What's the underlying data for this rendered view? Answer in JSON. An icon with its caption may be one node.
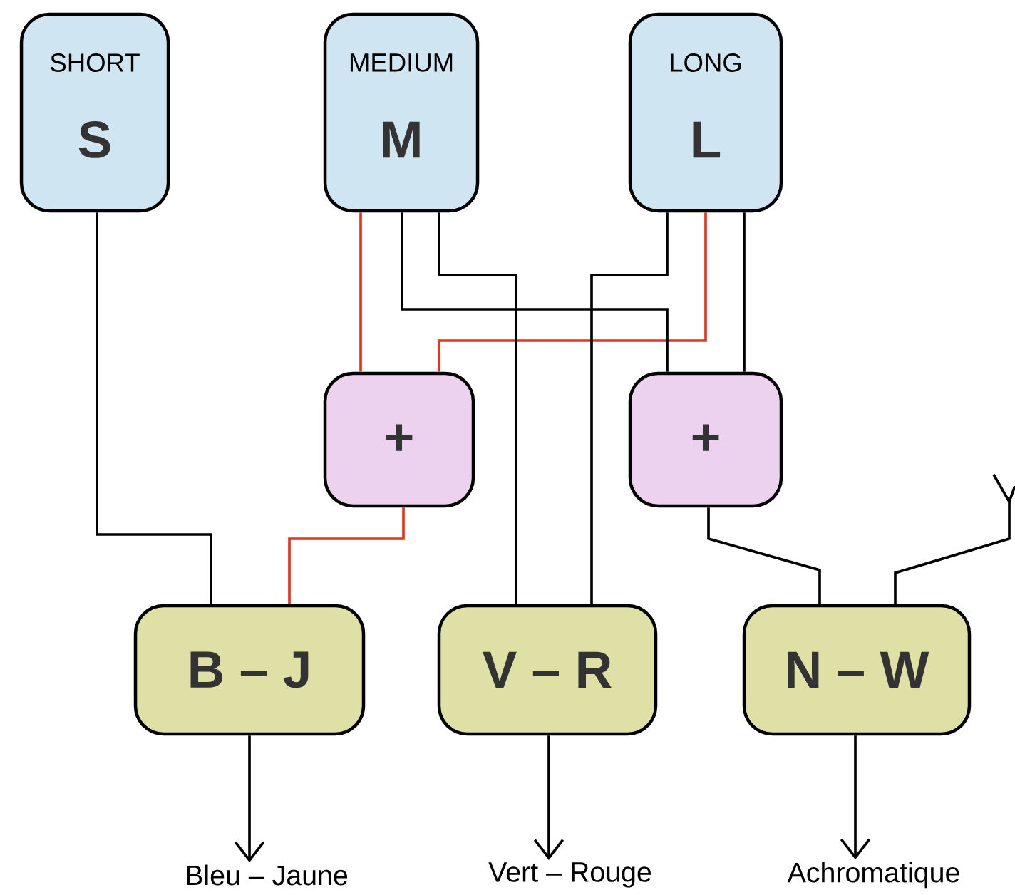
{
  "diagram": {
    "nodes": [
      {
        "text": [
          "SHORT",
          "S"
        ]
      },
      {
        "text": [
          "MEDIUM",
          "M"
        ]
      },
      {
        "text": [
          "LONG",
          "L"
        ]
      },
      {
        "text": [
          "+"
        ]
      },
      {
        "text": [
          "+"
        ]
      },
      {
        "text": [
          "B – J"
        ]
      },
      {
        "text": [
          "V – R"
        ]
      },
      {
        "text": [
          "N – W"
        ]
      },
      {
        "text": [
          "Bleu – Jaune"
        ]
      },
      {
        "text": [
          "Vert – Rouge"
        ]
      },
      {
        "text": [
          "Achromatique"
        ]
      }
    ],
    "edges": [
      {
        "from": 0,
        "to": 5,
        "arrow": "none"
      },
      {
        "from": 1,
        "to": 3,
        "arrow": "none",
        "color": "#e8321e"
      },
      {
        "from": 2,
        "to": 3,
        "arrow": "none",
        "color": "#e8321e"
      },
      {
        "from": 1,
        "to": 4,
        "arrow": "none"
      },
      {
        "from": 1,
        "to": 6,
        "arrow": "none"
      },
      {
        "from": 2,
        "to": 6,
        "arrow": "none"
      },
      {
        "from": 2,
        "to": 4,
        "arrow": "none"
      },
      {
        "from": 3,
        "to": 5,
        "arrow": "none",
        "color": "#e8321e"
      },
      {
        "from": 4,
        "to": 7,
        "arrow": "none"
      },
      {
        "from": null,
        "to": 7,
        "arrow": "none"
      },
      {
        "from": 5,
        "to": 8,
        "arrow": "to"
      },
      {
        "from": 6,
        "to": 9,
        "arrow": "to"
      },
      {
        "from": 7,
        "to": 10,
        "arrow": "to"
      }
    ]
  }
}
